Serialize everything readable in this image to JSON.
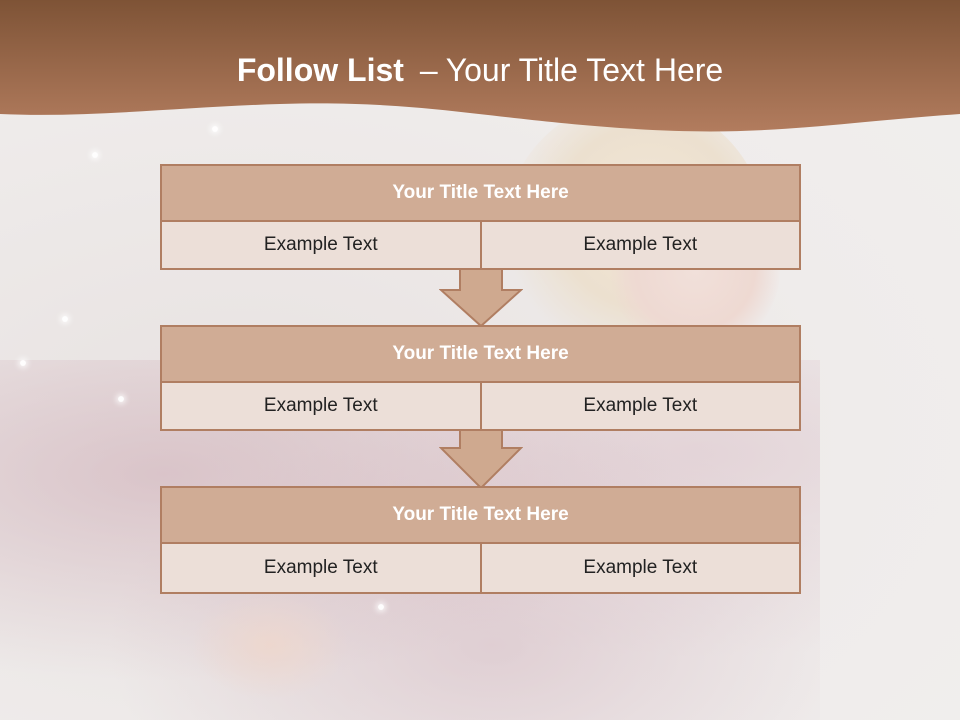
{
  "slide": {
    "title_bold": "Follow List",
    "title_dash": "–",
    "title_rest": "Your Title Text Here"
  },
  "boxes": [
    {
      "title": "Your Title Text Here",
      "cells": [
        "Example Text",
        "Example Text"
      ]
    },
    {
      "title": "Your Title Text Here",
      "cells": [
        "Example Text",
        "Example Text"
      ]
    },
    {
      "title": "Your Title Text Here",
      "cells": [
        "Example Text",
        "Example Text"
      ]
    }
  ],
  "colors": {
    "banner": "#a86f51",
    "box_title_fill": "#d0ac95",
    "box_cell_fill": "#ecdfd8",
    "border": "#b07e62",
    "arrow_fill": "#cfa98f"
  }
}
